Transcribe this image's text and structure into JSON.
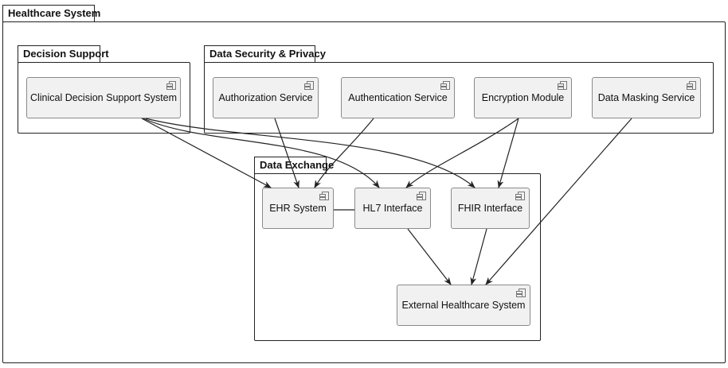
{
  "packages": {
    "healthcare_system": "Healthcare System",
    "decision_support": "Decision Support",
    "data_security": "Data Security & Privacy",
    "data_exchange": "Data Exchange"
  },
  "components": {
    "cdss": "Clinical Decision Support System",
    "authorization": "Authorization Service",
    "authentication": "Authentication Service",
    "encryption": "Encryption Module",
    "masking": "Data Masking Service",
    "ehr": "EHR System",
    "hl7": "HL7 Interface",
    "fhir": "FHIR Interface",
    "external": "External Healthcare System"
  },
  "edges": [
    {
      "from": "cdss",
      "to": "ehr",
      "arrow": true
    },
    {
      "from": "cdss",
      "to": "hl7",
      "arrow": true
    },
    {
      "from": "cdss",
      "to": "fhir",
      "arrow": true
    },
    {
      "from": "authorization",
      "to": "ehr",
      "arrow": true
    },
    {
      "from": "authentication",
      "to": "ehr",
      "arrow": true
    },
    {
      "from": "encryption",
      "to": "hl7",
      "arrow": true
    },
    {
      "from": "encryption",
      "to": "fhir",
      "arrow": true
    },
    {
      "from": "masking",
      "to": "external",
      "arrow": true
    },
    {
      "from": "ehr",
      "to": "hl7",
      "arrow": false
    },
    {
      "from": "hl7",
      "to": "external",
      "arrow": true
    },
    {
      "from": "fhir",
      "to": "external",
      "arrow": true
    }
  ],
  "colors": {
    "border": "#222222",
    "component_fill": "#f1f1f1",
    "component_border": "#8a8a8a"
  }
}
